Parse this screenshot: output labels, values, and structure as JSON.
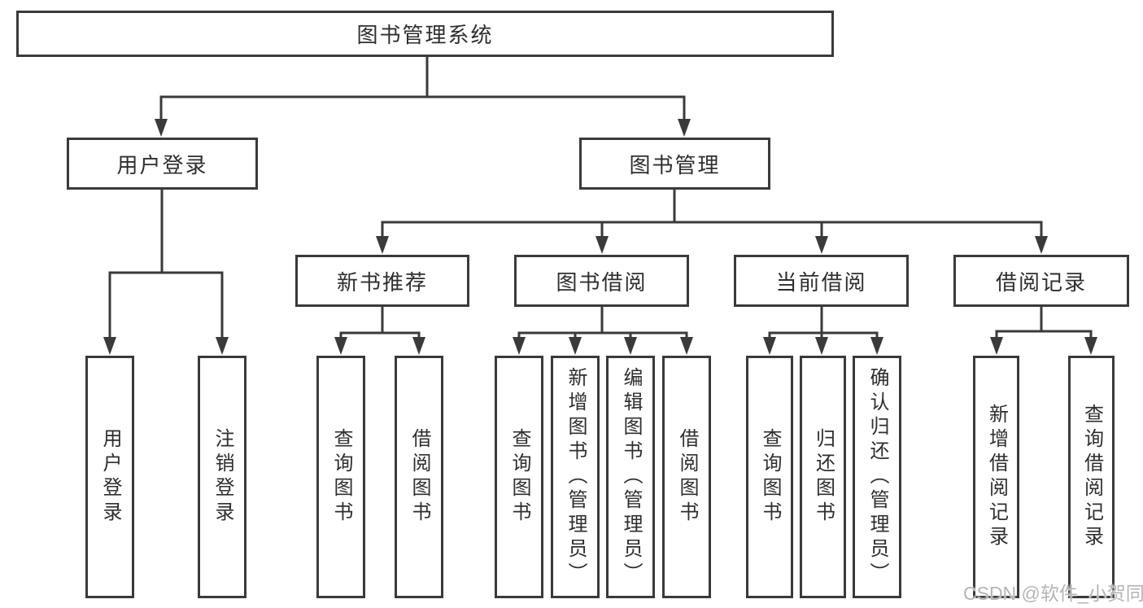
{
  "tree": {
    "root": "图书管理系统",
    "children": [
      {
        "label": "用户登录",
        "children": [
          "用户登录",
          "注销登录"
        ]
      },
      {
        "label": "图书管理",
        "children": [
          {
            "label": "新书推荐",
            "children": [
              "查询图书",
              "借阅图书"
            ]
          },
          {
            "label": "图书借阅",
            "children": [
              "查询图书",
              "新增图书（管理员）",
              "编辑图书（管理员）",
              "借阅图书"
            ]
          },
          {
            "label": "当前借阅",
            "children": [
              "查询图书",
              "归还图书",
              "确认归还（管理员）"
            ]
          },
          {
            "label": "借阅记录",
            "children": [
              "新增借阅记录",
              "查询借阅记录"
            ]
          }
        ]
      }
    ]
  },
  "watermark": {
    "text": "CSDN @软件_小贺同学",
    "color": "#b5b5b5"
  },
  "colors": {
    "line": "#3a3a3a",
    "text": "#2e2e2e",
    "node_background": "#ffffff",
    "page_background": "#ffffff"
  }
}
